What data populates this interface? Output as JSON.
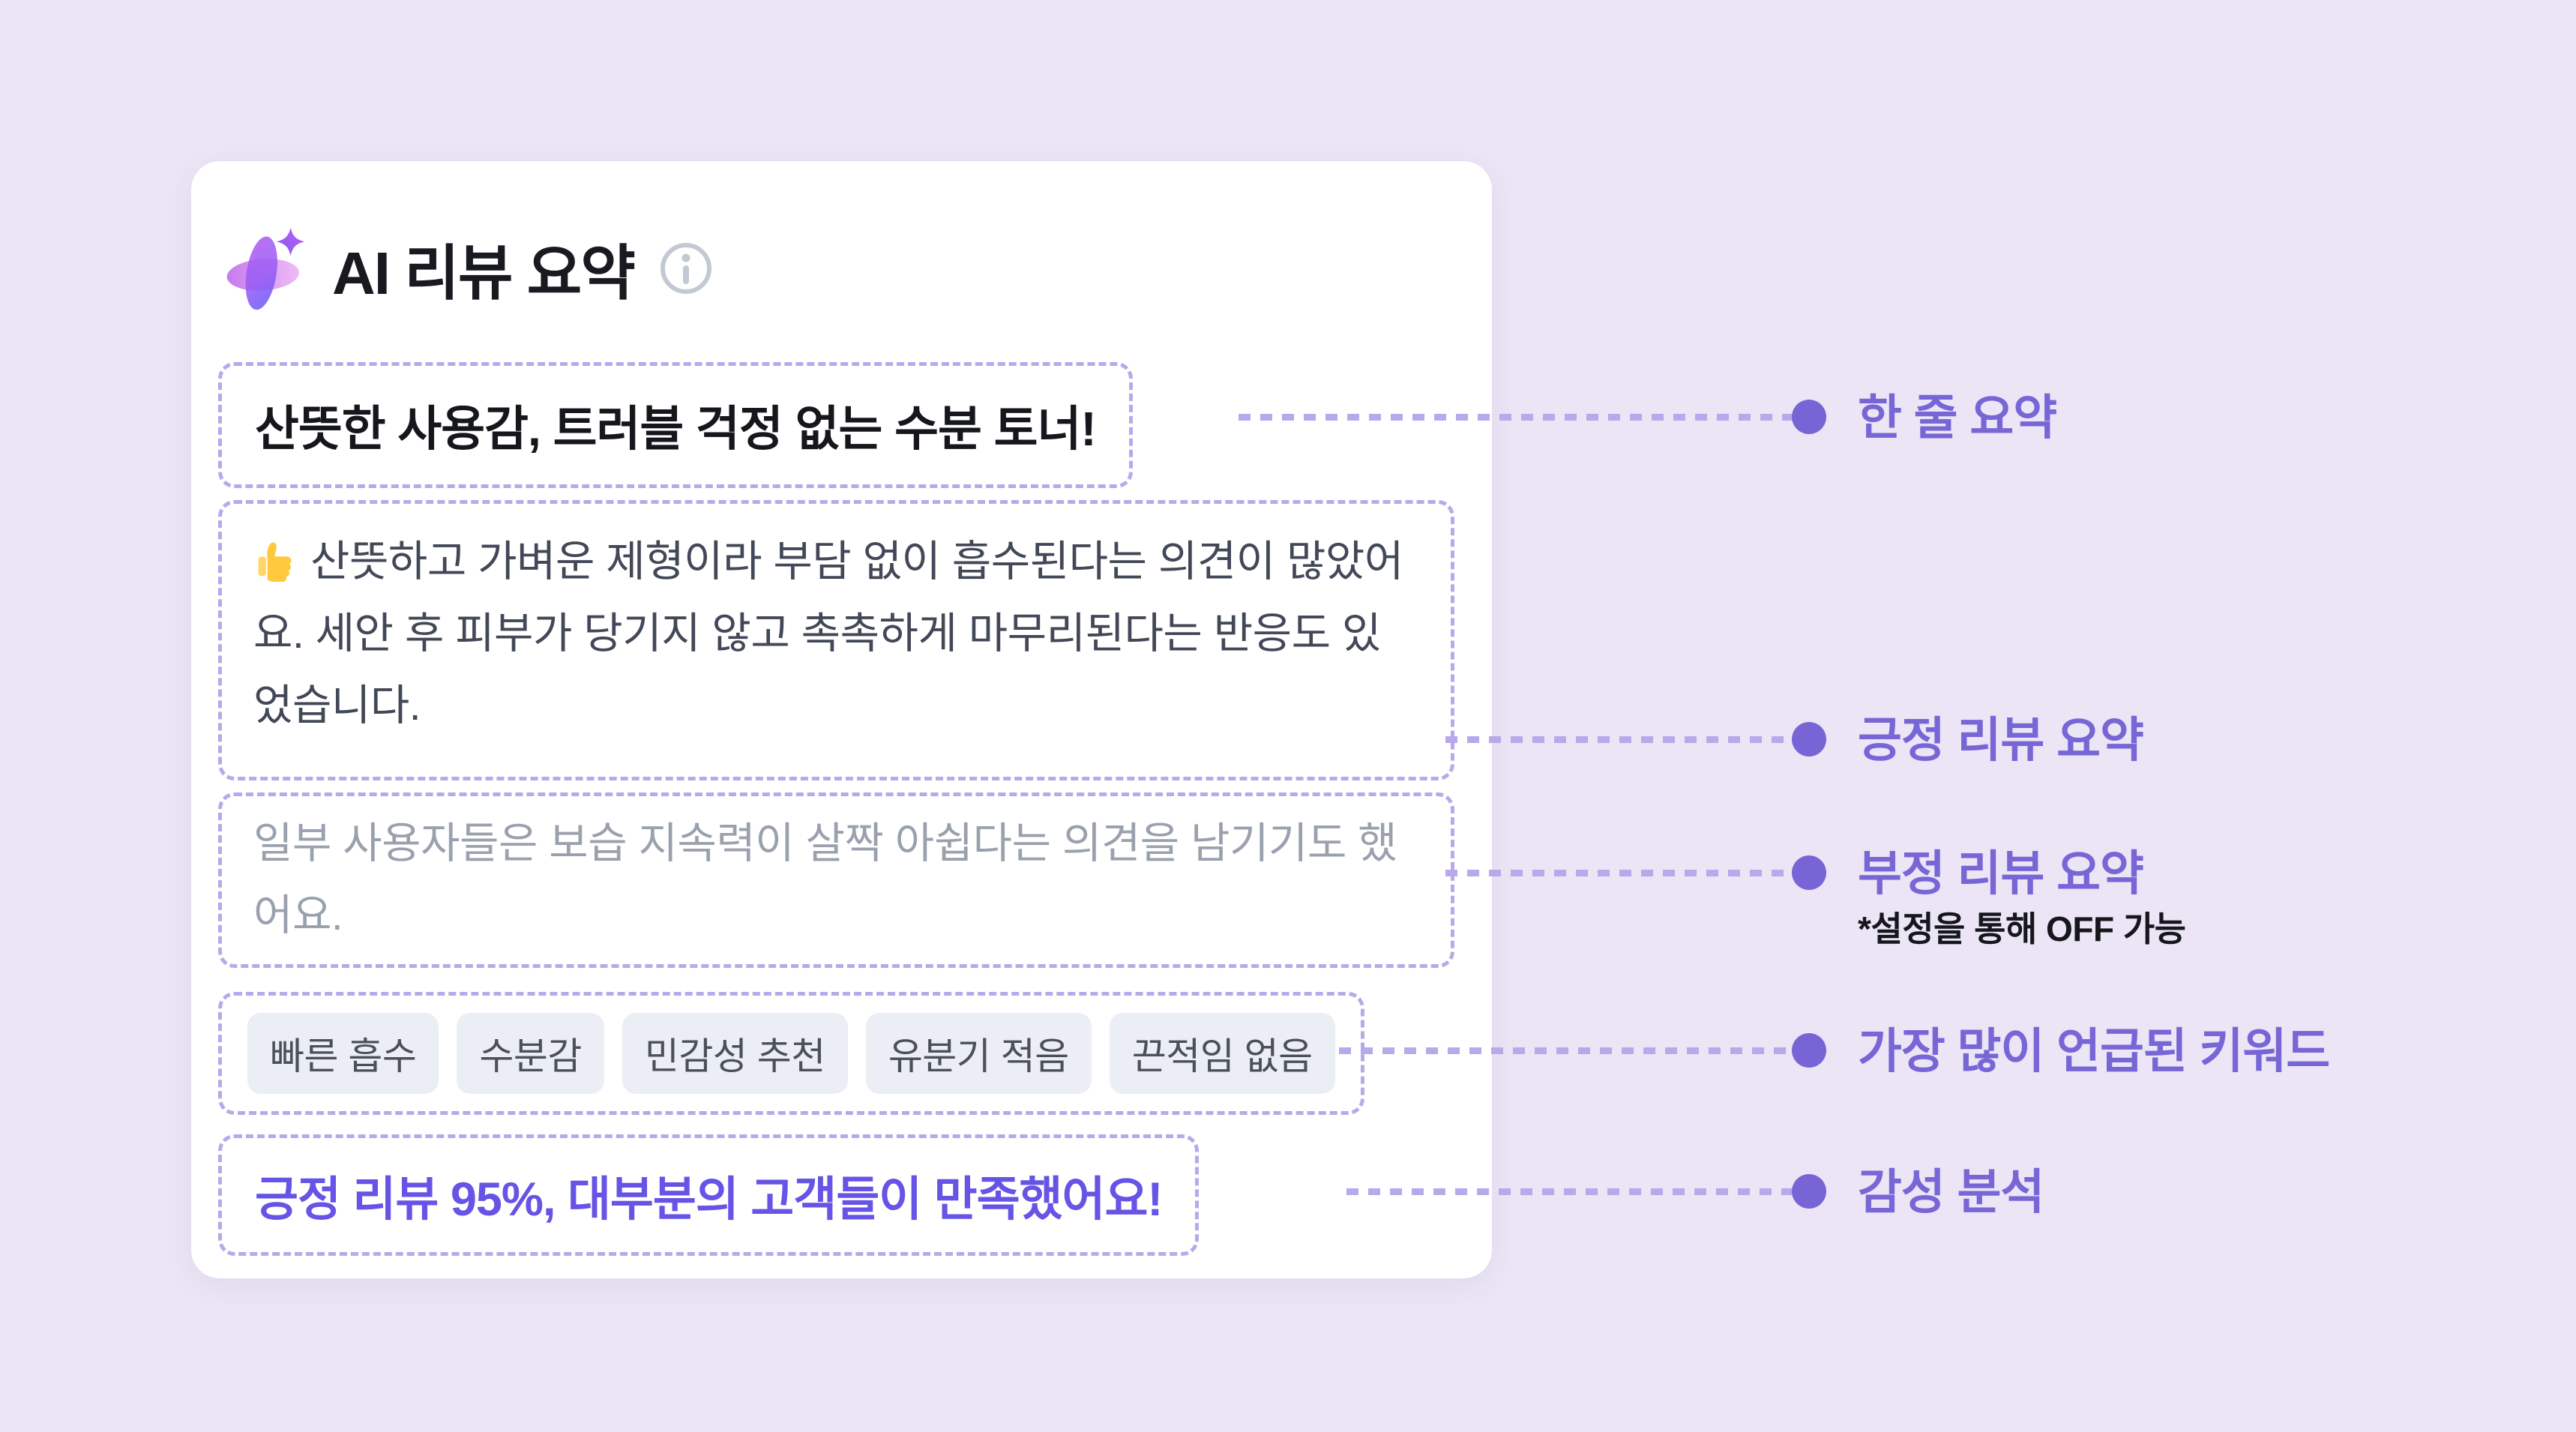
{
  "page": {
    "background_color": "#ebe5f5",
    "accent_color": "#7766d6",
    "dash_color": "#b7a9ea",
    "sentiment_color": "#6554e6"
  },
  "card": {
    "header": {
      "title": "AI 리뷰 요약",
      "logo_icon": "ai-sparkle-icon",
      "info_icon": "info-icon"
    },
    "one_line_summary": "산뜻한 사용감, 트러블 걱정 없는 수분 토너!",
    "positive_summary": {
      "emoji": "thumbs-up",
      "text": "산뜻하고 가벼운 제형이라 부담 없이 흡수된다는 의견이 많았어요. 세안 후 피부가 당기지 않고 촉촉하게 마무리된다는 반응도 있었습니다."
    },
    "negative_summary": "일부 사용자들은 보습 지속력이 살짝 아쉽다는 의견을 남기기도 했어요.",
    "keywords": [
      "빠른 흡수",
      "수분감",
      "민감성 추천",
      "유분기 적음",
      "끈적임 없음"
    ],
    "sentiment": "긍정 리뷰 95%, 대부분의 고객들이 만족했어요!"
  },
  "annotations": [
    {
      "label": "한 줄 요약"
    },
    {
      "label": "긍정 리뷰 요약"
    },
    {
      "label": "부정 리뷰 요약",
      "note": "*설정을 통해 OFF 가능"
    },
    {
      "label": "가장 많이 언급된 키워드"
    },
    {
      "label": "감성 분석"
    }
  ]
}
